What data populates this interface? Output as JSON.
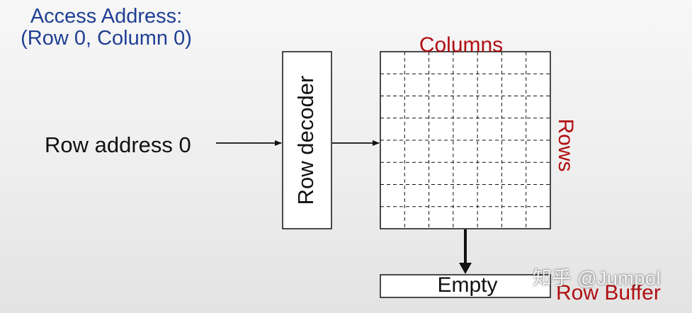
{
  "title": {
    "line1": "Access Address:",
    "line2": "(Row 0, Column 0)"
  },
  "labels": {
    "row_address": "Row address 0",
    "row_decoder": "Row decoder",
    "columns": "Columns",
    "rows": "Rows",
    "buffer_content": "Empty",
    "row_buffer": "Row Buffer"
  },
  "grid": {
    "rows": 8,
    "columns": 7
  },
  "watermark": "知乎 @Jumpol",
  "colors": {
    "title": "#1f3f93",
    "accent_red": "#b10f12",
    "line": "#111111"
  }
}
